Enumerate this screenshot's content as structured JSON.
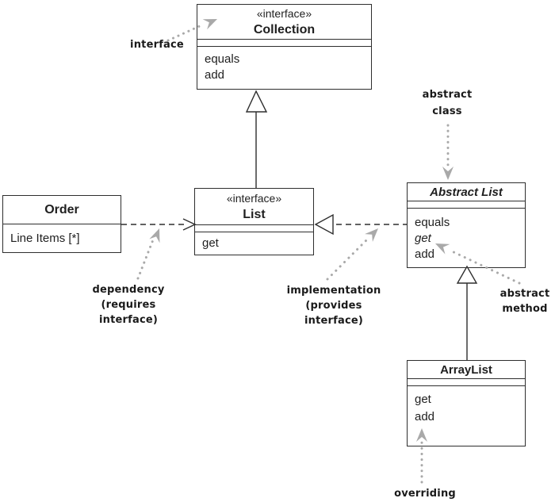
{
  "diagram": {
    "classes": {
      "collection": {
        "stereotype": "«interface»",
        "name": "Collection",
        "methods": [
          "equals",
          "add"
        ]
      },
      "list": {
        "stereotype": "«interface»",
        "name": "List",
        "methods": [
          "get"
        ]
      },
      "order": {
        "name": "Order",
        "attributes": [
          "Line Items [*]"
        ]
      },
      "abstract_list": {
        "name": "Abstract List",
        "methods": [
          {
            "label": "equals",
            "emphasis": "normal"
          },
          {
            "label": "get",
            "emphasis": "italic"
          },
          {
            "label": "add",
            "emphasis": "normal"
          }
        ]
      },
      "array_list": {
        "name": "ArrayList",
        "methods": [
          "get",
          "add"
        ]
      }
    },
    "annotations": {
      "interface": {
        "lines": [
          "interface"
        ]
      },
      "abstract_class": {
        "lines": [
          "abstract",
          "class"
        ]
      },
      "dependency": {
        "lines": [
          "dependency",
          "(requires",
          "interface)"
        ]
      },
      "implementation": {
        "lines": [
          "implementation",
          "(provides",
          "interface)"
        ]
      },
      "abstract_method": {
        "lines": [
          "abstract",
          "method"
        ]
      },
      "overriding": {
        "lines": [
          "overriding"
        ]
      }
    },
    "relationships": [
      {
        "from": "List",
        "to": "Collection",
        "type": "generalization"
      },
      {
        "from": "ArrayList",
        "to": "Abstract List",
        "type": "generalization"
      },
      {
        "from": "Order",
        "to": "List",
        "type": "dependency"
      },
      {
        "from": "Abstract List",
        "to": "List",
        "type": "realization"
      }
    ],
    "colors": {
      "line": "#2e2e2e",
      "annotation_arrow": "#a9a9a9",
      "background": "#ffffff",
      "text": "#1f1f1f"
    }
  }
}
